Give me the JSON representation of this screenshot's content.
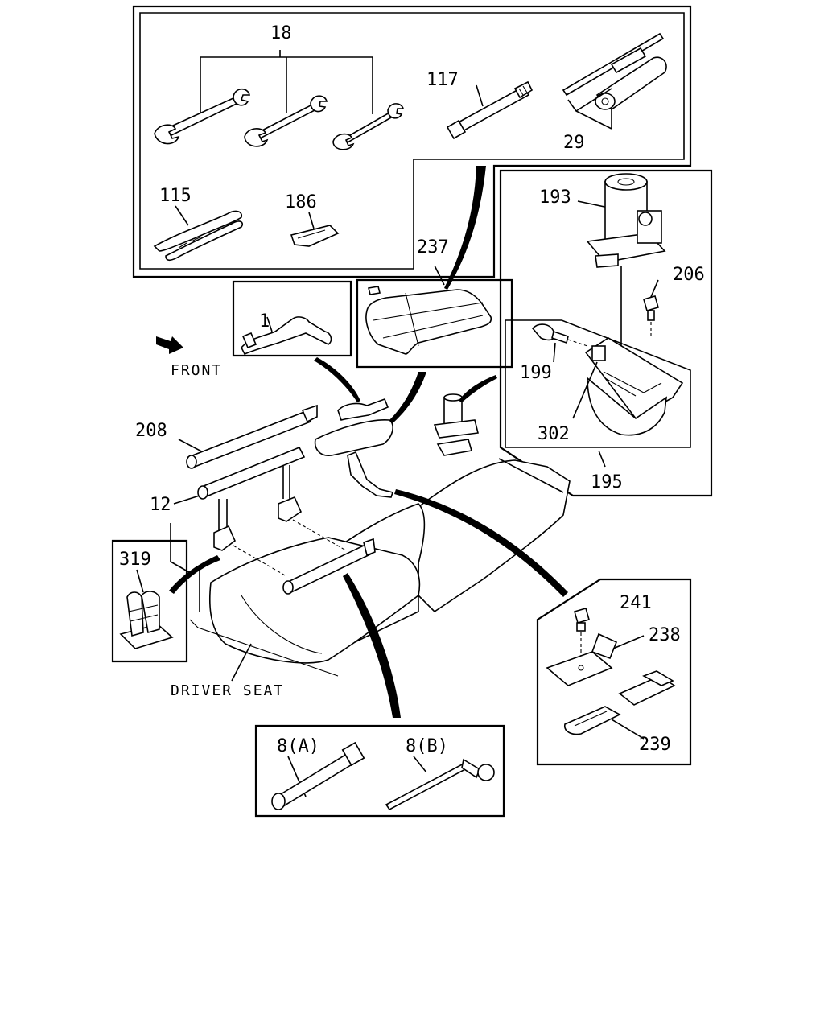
{
  "labels": {
    "p18": "18",
    "p117": "117",
    "p29": "29",
    "p115": "115",
    "p186": "186",
    "p237": "237",
    "p193": "193",
    "p206": "206",
    "p1": "1",
    "p199": "199",
    "p302": "302",
    "p195": "195",
    "p208": "208",
    "p12": "12",
    "p319": "319",
    "p241": "241",
    "p238": "238",
    "p239": "239",
    "p8a": "8(A)",
    "p8b": "8(B)"
  },
  "annotations": {
    "front": "FRONT",
    "driver_seat": "DRIVER SEAT"
  }
}
